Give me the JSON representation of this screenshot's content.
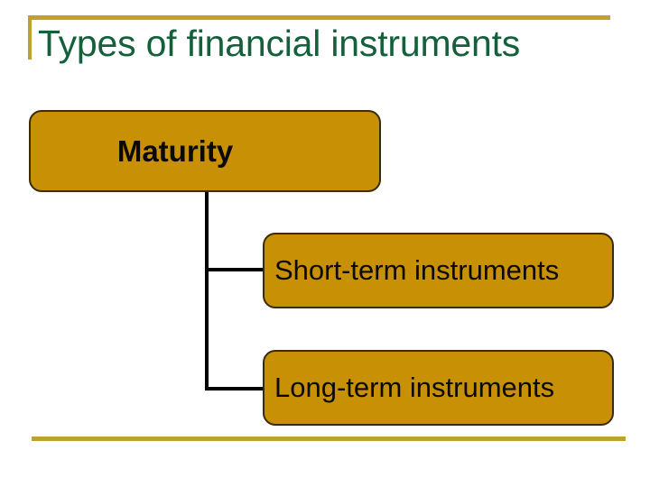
{
  "slide": {
    "title": "Types of financial instruments",
    "title_color": "#14603a",
    "accent_rule_color": "#bfa22e",
    "node_fill_color": "#c89105",
    "node_border_color": "#3a2b08",
    "connector_color": "#000000"
  },
  "diagram": {
    "type": "tree",
    "root": {
      "label": "Maturity",
      "bold": true
    },
    "children": [
      {
        "label": "Short-term instruments",
        "bold": false
      },
      {
        "label": "Long-term instruments",
        "bold": false
      }
    ]
  }
}
